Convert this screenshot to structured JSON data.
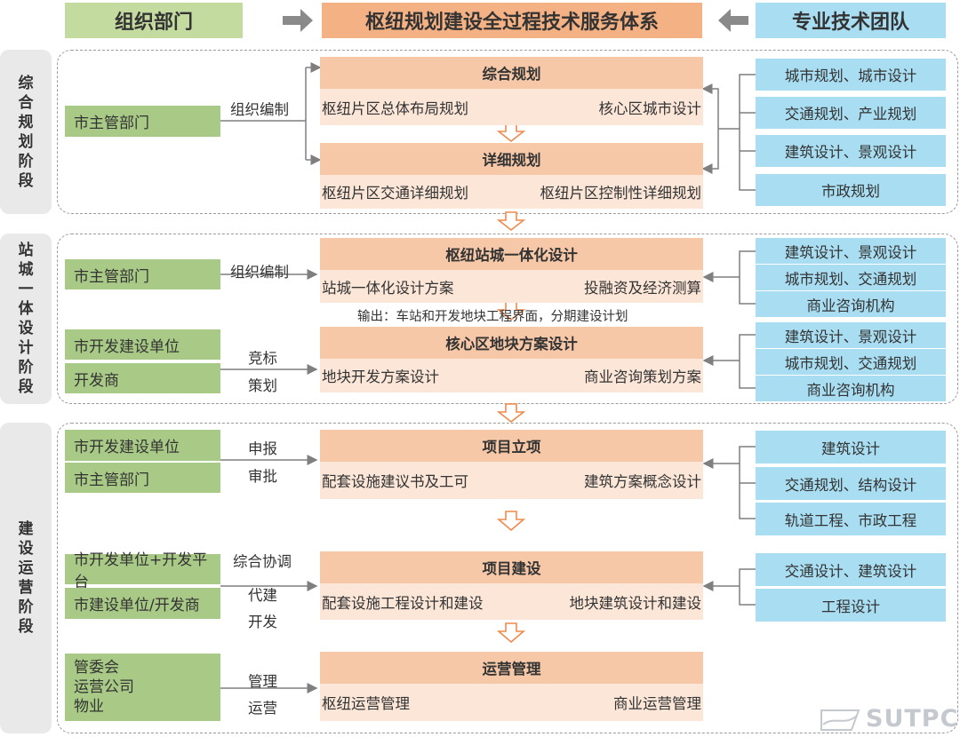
{
  "header": {
    "left": "组织部门",
    "center": "枢纽规划建设全过程技术服务体系",
    "right": "专业技术团队"
  },
  "phases": [
    {
      "label": "综合规划阶段",
      "departments": [
        {
          "text": "市主管部门"
        }
      ],
      "edge_labels": [
        "组织编制"
      ],
      "pillars": [
        {
          "title": "综合规划",
          "left": "枢纽片区总体布局规划",
          "right": "核心区城市设计"
        },
        {
          "title": "详细规划",
          "left": "枢纽片区交通详细规划",
          "right": "枢纽片区控制性详细规划"
        }
      ],
      "teams": [
        "城市规划、城市设计",
        "交通规划、产业规划",
        "建筑设计、景观设计",
        "市政规划"
      ]
    },
    {
      "label": "站城一体设计阶段",
      "departments": [
        {
          "text": "市主管部门"
        },
        {
          "text": "市开发建设单位"
        },
        {
          "text": "开发商"
        }
      ],
      "edge_labels": [
        "组织编制",
        "竞标",
        "策划"
      ],
      "pillars": [
        {
          "title": "枢纽站城一体化设计",
          "left": "站城一体化设计方案",
          "right": "投融资及经济测算"
        },
        {
          "title": "核心区地块方案设计",
          "left": "地块开发方案设计",
          "right": "商业咨询策划方案"
        }
      ],
      "note": "输出：车站和开发地块工程界面，分期建设计划",
      "teams_a": [
        "建筑设计、景观设计",
        "城市规划、交通规划",
        "商业咨询机构"
      ],
      "teams_b": [
        "建筑设计、景观设计",
        "城市规划、交通规划",
        "商业咨询机构"
      ]
    },
    {
      "label": "建设运营阶段",
      "departments": [
        {
          "text": "市开发建设单位"
        },
        {
          "text": "市主管部门"
        },
        {
          "text": "市开发单位+开发平台"
        },
        {
          "text": "市建设单位/开发商"
        },
        {
          "lines": [
            "管委会",
            "运营公司",
            "物业"
          ]
        }
      ],
      "edge_labels": [
        "申报",
        "审批",
        "综合协调",
        "代建",
        "开发",
        "管理",
        "运营"
      ],
      "pillars": [
        {
          "title": "项目立项",
          "left": "配套设施建议书及工可",
          "right": "建筑方案概念设计"
        },
        {
          "title": "项目建设",
          "left": "配套设施工程设计和建设",
          "right": "地块建筑设计和建设"
        },
        {
          "title": "运营管理",
          "left": "枢纽运营管理",
          "right": "商业运营管理"
        }
      ],
      "teams_a": [
        "建筑设计",
        "交通规划、结构设计",
        "轨道工程、市政工程"
      ],
      "teams_b": [
        "交通设计、建筑设计",
        "工程设计"
      ]
    }
  ],
  "logo": {
    "text": "SUTPC"
  },
  "colors": {
    "green": "#a8ca86",
    "orange": "#f4b184",
    "peach": "#fbe6d8",
    "blue": "#a9def2"
  }
}
